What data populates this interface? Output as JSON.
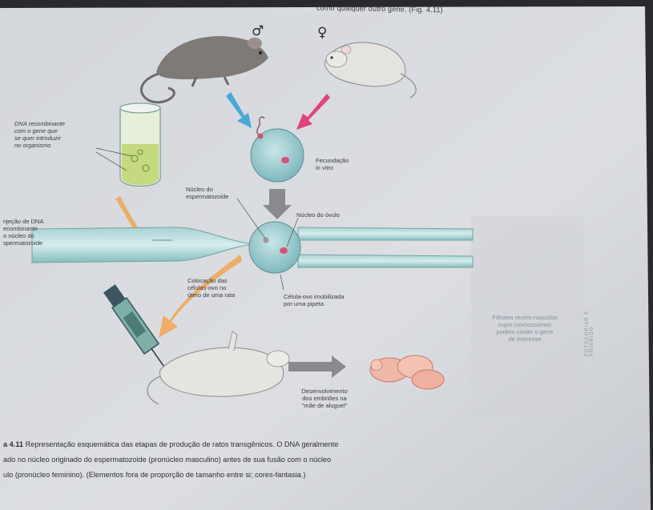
{
  "header": {
    "top_text": "como qualquer outro gene. (Fig. 4.11)"
  },
  "diagram": {
    "male_symbol": "♂",
    "female_symbol": "♀",
    "labels": {
      "dna_tube": "DNA recombinante\ncom o gene que\nse quer introduzir\nno organismo",
      "fecundacao": "Fecundação\nin vitro",
      "nucleo_espermatozoide": "Núcleo do\nespermatozoide",
      "nucleo_ovulo": "Núcleo do óvulo",
      "injecao": "njeção de DNA\necombinante\no núcleo do\nspermatozoide",
      "colocacao": "Colocação das\ncélulas-ovo no\nútero de uma rata",
      "celula_ovo": "Célula-ovo imobilizada\npor uma pipeta",
      "filhotes": "Filhotes recém-nascidos\ncujos cromossomos\npodem conter o gene\nde interesse",
      "desenvolvimento": "Desenvolvimento\ndos embriões na\n\"mãe de aluguel\""
    }
  },
  "caption": {
    "lead": "a 4.11",
    "line1": "Representação esquemática das etapas de produção de ratos transgênicos. O DNA geralmente",
    "line2": "ado no núcleo originado do espermatozoide (pronúcleo masculino) antes de sua fusão com o núcleo",
    "line3": "ulo (pronúcleo feminino). (Elementos fora de proporção de tamanho entre si; cores-fantasia.)"
  },
  "side_text": "FOTOCOPIAR É PROIBIDO",
  "colors": {
    "page": "#d9dbdf",
    "cyan_arrow": "#4aa8d4",
    "pink_arrow": "#e0457a",
    "orange_arrow": "#eea85a",
    "pipette": "#8fc4c4",
    "cell": "#9fcfd2"
  }
}
